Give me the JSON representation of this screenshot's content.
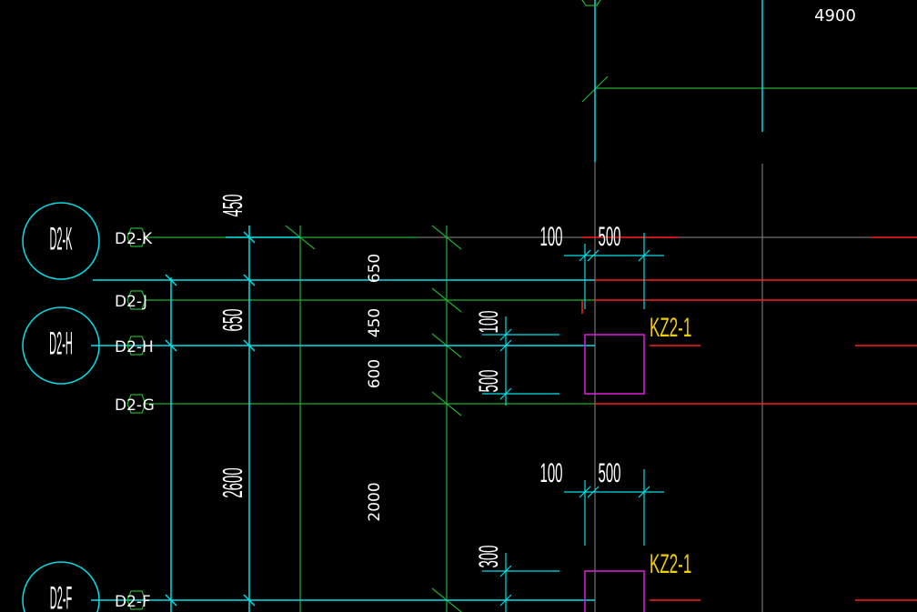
{
  "colors": {
    "background": "#000000",
    "cyan": "#00e0e8",
    "green": "#20c030",
    "red": "#ff2020",
    "grey": "#909090",
    "white": "#ffffff",
    "yellow": "#f0d000",
    "magenta": "#e020e0"
  },
  "axis_bubbles": {
    "k": "D2-K",
    "h": "D2-H",
    "f": "D2-F"
  },
  "grid_labels": {
    "k": "D2-K",
    "j": "D2-J",
    "h": "D2-H",
    "g": "D2-G",
    "f": "D2-F"
  },
  "dimensions": {
    "top_right": "4900",
    "left_chain_450": "450",
    "left_chain_650": "650",
    "left_chain_2600": "2600",
    "mid_chain_650": "650",
    "mid_chain_450": "450",
    "mid_chain_600": "600",
    "mid_chain_2000": "2000",
    "col1_offset": "100",
    "col1_width": "500",
    "col1_vert_offset": "100",
    "col1_vert_height": "500",
    "col2_offset": "100",
    "col2_width": "500",
    "col2_vert_offset": "300"
  },
  "column_tags": {
    "upper": "KZ2-1",
    "lower": "KZ2-1"
  }
}
